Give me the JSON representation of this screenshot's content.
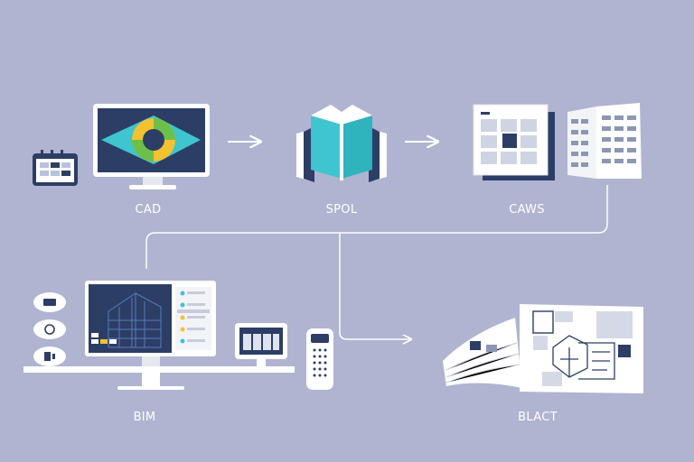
{
  "labels": {
    "cad": "CAD",
    "spol": "SPOL",
    "caws": "CAWS",
    "bim": "BIM",
    "blact": "BLACT"
  },
  "colors": {
    "background": "#b0b4d1",
    "navy": "#2c3e66",
    "teal": "#3ec5cf",
    "yellow": "#f2c230",
    "green": "#6cc04a",
    "white": "#ffffff",
    "panel": "#f3f4f8",
    "line": "#ffffff"
  }
}
